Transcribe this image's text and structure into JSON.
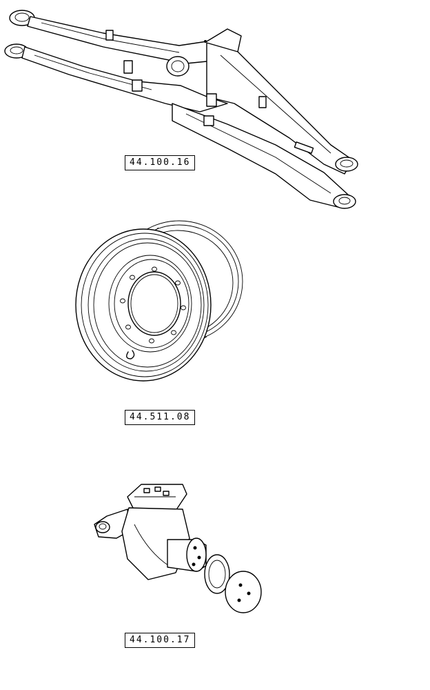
{
  "parts": [
    {
      "id": "axle-beam",
      "ref": "44.100.16"
    },
    {
      "id": "wheel-rim",
      "ref": "44.511.08"
    },
    {
      "id": "steering-knuckle",
      "ref": "44.100.17"
    }
  ]
}
